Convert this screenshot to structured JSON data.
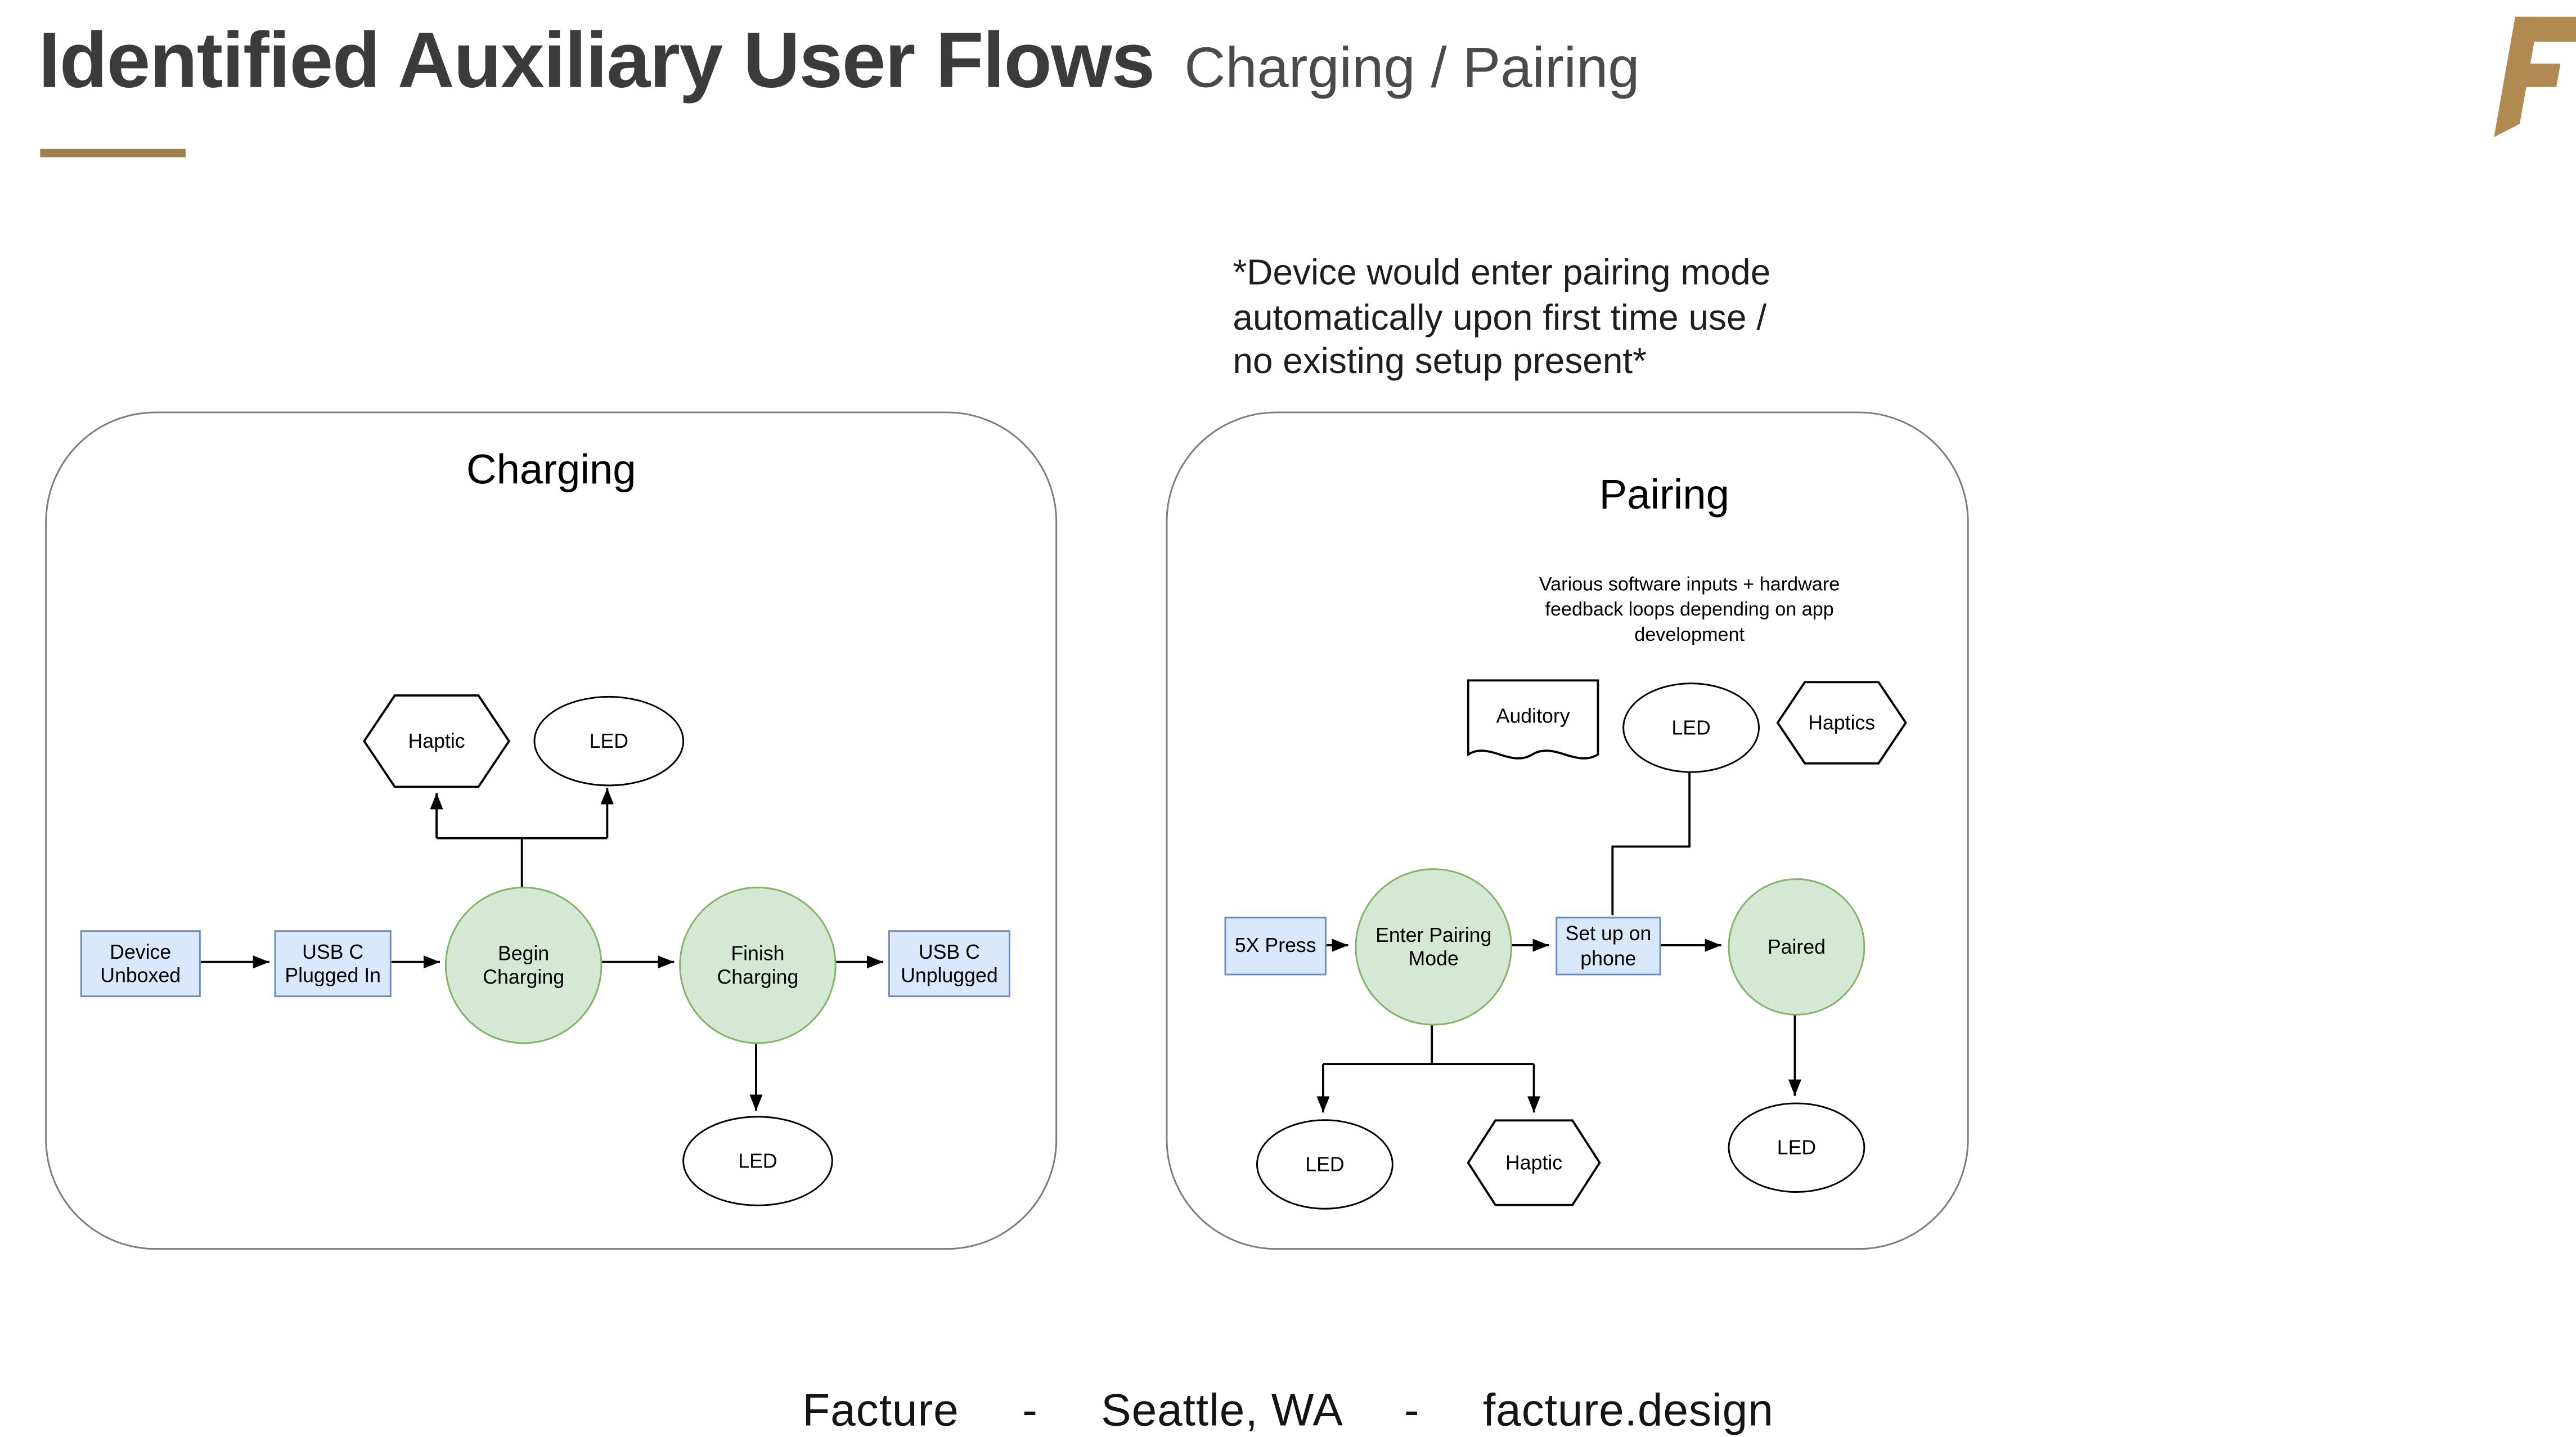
{
  "slide": {
    "title": "Identified Auxiliary User Flows",
    "subtitle": "Charging / Pairing",
    "annotation": "*Device would enter pairing mode\nautomatically upon first time use /\nno existing setup present*",
    "footer": {
      "company": "Facture",
      "separator": "-",
      "location": "Seattle, WA",
      "website": "facture.design"
    }
  },
  "logo": {
    "name": "Facture",
    "color": "#b18a52"
  },
  "colors": {
    "accent_gold": "#a0804f",
    "title_text": "#3b3b3b",
    "process_fill": "#dae8fc",
    "process_border": "#6c8ebf",
    "state_fill": "#d5e8d4",
    "state_border": "#82b366"
  },
  "charging": {
    "title": "Charging",
    "nodes": {
      "haptic": "Haptic",
      "led_feedback": "LED",
      "device_unboxed": "Device\nUnboxed",
      "usb_plugged_in": "USB C\nPlugged In",
      "begin_charging": "Begin\nCharging",
      "finish_charging": "Finish\nCharging",
      "usb_unplugged": "USB C\nUnplugged",
      "led_complete": "LED"
    }
  },
  "pairing": {
    "title": "Pairing",
    "note": "Various software inputs + hardware\nfeedback loops depending on app\ndevelopment",
    "nodes": {
      "auditory": "Auditory",
      "led_feedback": "LED",
      "haptics": "Haptics",
      "five_x_press": "5X Press",
      "enter_pairing_mode": "Enter Pairing\nMode",
      "set_up_on_phone": "Set up on\nphone",
      "paired": "Paired",
      "led_left": "LED",
      "haptic": "Haptic",
      "led_paired": "LED"
    }
  }
}
